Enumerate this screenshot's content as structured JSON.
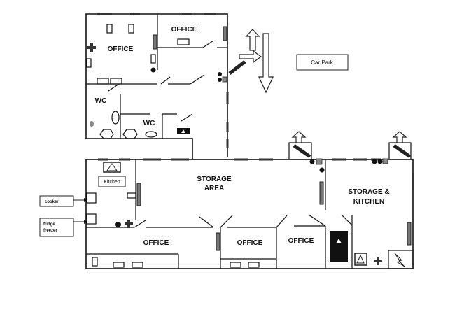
{
  "rooms": {
    "office_top_left": "OFFICE",
    "office_top_right": "OFFICE",
    "wc_1": "WC",
    "wc_2": "WC",
    "kitchen": "Kitchen",
    "storage_area_line1": "STORAGE",
    "storage_area_line2": "AREA",
    "storage_kitchen_line1": "STORAGE &",
    "storage_kitchen_line2": "KITCHEN",
    "office_bottom_left": "OFFICE",
    "office_bottom_mid": "OFFICE",
    "office_bottom_right": "OFFICE"
  },
  "labels": {
    "car_park": "Car Park",
    "cooker": "cooker",
    "fridge_line1": "fridge",
    "fridge_line2": "freezer"
  },
  "icons": [
    "fire-exit-arrow",
    "fire-alarm-triangle",
    "first-aid-cross",
    "electrical-hazard",
    "fire-extinguisher",
    "radiator",
    "window"
  ]
}
